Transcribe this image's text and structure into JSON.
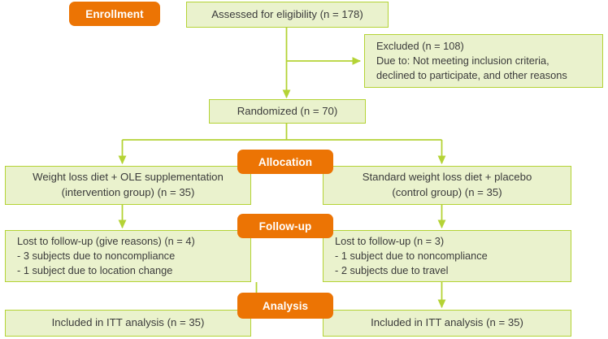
{
  "diagram": {
    "type": "consort-flow-diagram",
    "colors": {
      "box_fill": "#eaf2cd",
      "box_border": "#b4d335",
      "stage_badge": "#ec7404",
      "stage_text": "#ffffff",
      "connector": "#b4d335",
      "text": "#3b3b3b",
      "background": "#ffffff"
    }
  },
  "stages": {
    "enrollment": "Enrollment",
    "allocation": "Allocation",
    "followup": "Follow-up",
    "analysis": "Analysis"
  },
  "nodes": {
    "assessed": {
      "lines": [
        "Assessed for eligibility (n = 178)"
      ]
    },
    "excluded": {
      "lines": [
        "Excluded (n = 108)",
        "Due to: Not meeting inclusion criteria,",
        "declined to participate, and other reasons"
      ]
    },
    "randomized": {
      "lines": [
        "Randomized (n = 70)"
      ]
    },
    "intervention": {
      "lines": [
        "Weight loss diet + OLE supplementation",
        "(intervention group) (n = 35)"
      ]
    },
    "control": {
      "lines": [
        "Standard weight loss diet + placebo",
        "(control group) (n = 35)"
      ]
    },
    "lost_left": {
      "lines": [
        "Lost to follow-up (give reasons) (n = 4)",
        "- 3 subjects due to noncompliance",
        "- 1 subject due to location change"
      ]
    },
    "lost_right": {
      "lines": [
        "Lost to follow-up (n = 3)",
        "- 1 subject due to noncompliance",
        "- 2 subjects due to travel"
      ]
    },
    "itt_left": {
      "lines": [
        "Included in ITT analysis (n = 35)"
      ]
    },
    "itt_right": {
      "lines": [
        "Included in ITT analysis (n = 35)"
      ]
    }
  },
  "counts": {
    "assessed_for_eligibility": 178,
    "excluded": 108,
    "randomized": 70,
    "intervention_allocated": 35,
    "control_allocated": 35,
    "intervention_lost": 4,
    "control_lost": 3,
    "intervention_itt": 35,
    "control_itt": 35
  }
}
